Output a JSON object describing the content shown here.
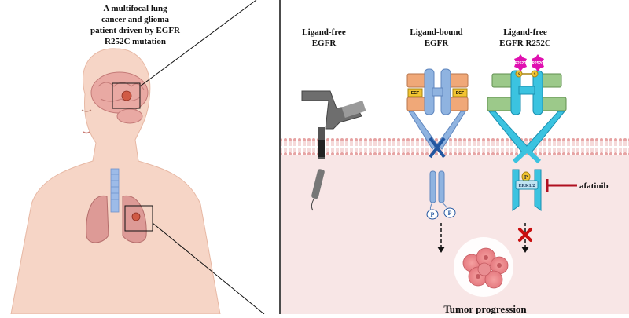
{
  "patient": {
    "title_lines": [
      "A multifocal  lung",
      "cancer and glioma",
      "patient driven by EGFR",
      "R252C mutation"
    ]
  },
  "receptors": {
    "ligand_free": {
      "line1": "Ligand-free",
      "line2": "EGFR"
    },
    "ligand_bound": {
      "line1": "Ligand-bound",
      "line2": "EGFR",
      "ligand_label": "EGF",
      "phospho_label": "P"
    },
    "mutant": {
      "line1": "Ligand-free",
      "line2": "EGFR R252C",
      "mutation_label": "R252C",
      "disulfide_label": "S",
      "phospho_label": "P",
      "erk_label": "ERK1/2"
    }
  },
  "inhibitor": {
    "label": "afatinib"
  },
  "outcome": {
    "label": "Tumor progression"
  },
  "colors": {
    "skin": "#f6d5c6",
    "membrane": "#e8a0a0",
    "cytoplasm": "#f8e6e6",
    "egfr_blue": "#8fb3e0",
    "egfr_cyan": "#3bc3e0",
    "egf_orange": "#f0a878",
    "mutant_green": "#9cc98a",
    "inhibitor_red": "#b01020",
    "block_red": "#c81010",
    "mutation_magenta": "#e010b0"
  }
}
